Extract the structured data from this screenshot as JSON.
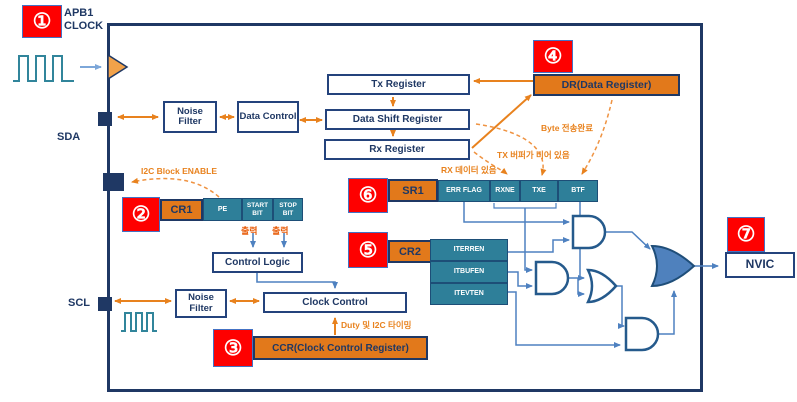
{
  "badges": {
    "b1": "①",
    "b2": "②",
    "b3": "③",
    "b4": "④",
    "b5": "⑤",
    "b6": "⑥",
    "b7": "⑦"
  },
  "signals": {
    "apb1_clock": "APB1 CLOCK",
    "sda": "SDA",
    "scl": "SCL"
  },
  "blocks": {
    "noise_filter_top": "Noise Filter",
    "data_control": "Data Control",
    "tx_register": "Tx Register",
    "data_shift_register": "Data Shift Register",
    "rx_register": "Rx Register",
    "control_logic": "Control Logic",
    "noise_filter_bottom": "Noise Filter",
    "clock_control": "Clock Control",
    "nvic": "NVIC"
  },
  "registers": {
    "dr": "DR(Data Register)",
    "cr1": "CR1",
    "cr1_bits": [
      "PE",
      "START BIT",
      "STOP BIT"
    ],
    "sr1": "SR1",
    "sr1_bits": [
      "ERR FLAG",
      "RXNE",
      "TXE",
      "BTF"
    ],
    "cr2": "CR2",
    "cr2_bits": [
      "ITERREN",
      "ITBUFEN",
      "ITEVTEN"
    ],
    "ccr": "CCR(Clock Control Register)"
  },
  "annotations": {
    "i2c_block_enable": "I2C Block ENABLE",
    "output_start": "출력",
    "output_stop": "출력",
    "rx_data": "RX 데이터 있음",
    "tx_buffer_empty": "TX 버퍼가 비어 있음",
    "byte_complete": "Byte 전송완료",
    "duty_timing": "Duty 및 I2C 타이밍"
  },
  "colors": {
    "badge_red": "#fe0000",
    "register_orange": "#e2791b",
    "bit_teal": "#2e7f99",
    "navy": "#1f3864",
    "wire_blue": "#4e81c0",
    "arrow_orange": "#e8821e",
    "gate_fill": "#4f81bd",
    "waveform_teal": "#31859b"
  }
}
